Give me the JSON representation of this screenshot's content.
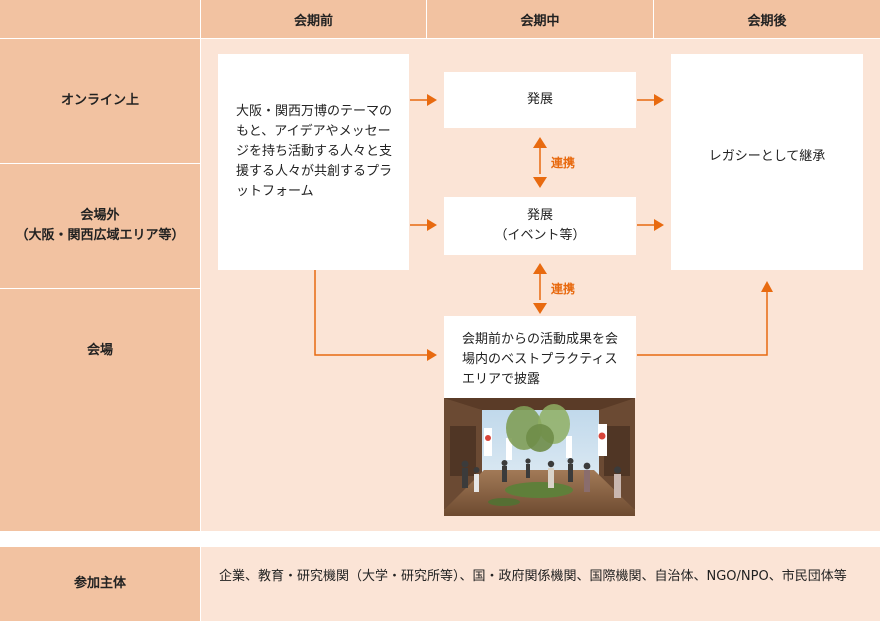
{
  "header": {
    "col1": "会期前",
    "col2": "会期中",
    "col3": "会期後"
  },
  "rows": {
    "online": "オンライン上",
    "offsite": "会場外\n（大阪・関西広域エリア等）",
    "venue": "会場"
  },
  "boxes": {
    "platform": "大阪・関西万博のテーマのもと、アイデアやメッセージを持ち活動する人々と支援する人々が共創するプラットフォーム",
    "develop_online": "発展",
    "develop_event": "発展\n（イベント等）",
    "legacy": "レガシーとして継承",
    "venue_showcase": "会期前からの活動成果を会場内のベストプラクティスエリアで披露"
  },
  "links": {
    "upper": "連携",
    "lower": "連携"
  },
  "participants": {
    "label": "参加主体",
    "text": "企業、教育・研究機関（大学・研究所等）、国・政府関係機関、国際機関、自治体、NGO/NPO、市民団体等"
  },
  "colors": {
    "header": "#f2c2a1",
    "panel": "#fbe4d6",
    "arrow": "#e86a10"
  }
}
